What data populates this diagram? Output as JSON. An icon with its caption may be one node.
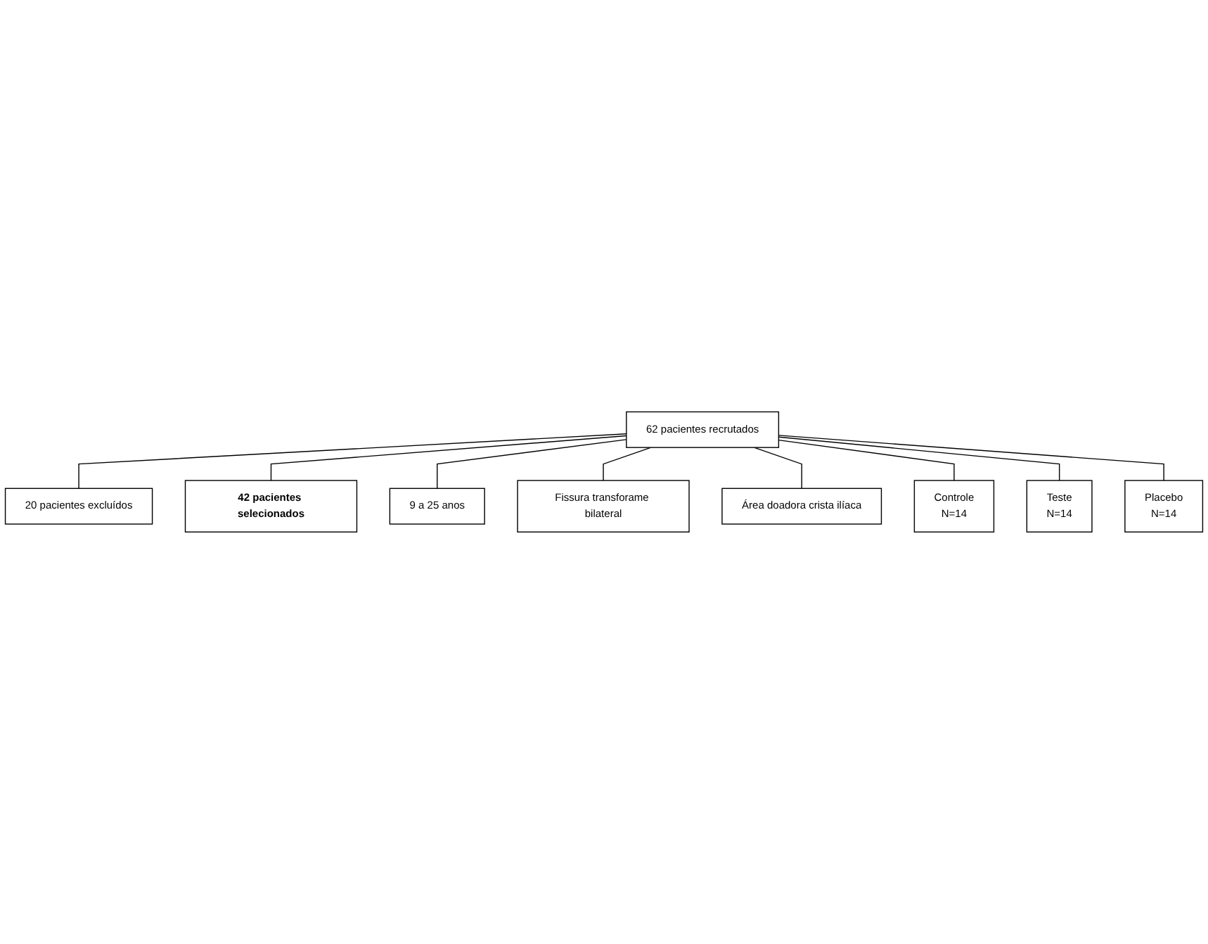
{
  "diagram": {
    "nodes": [
      {
        "text": [
          "62 pacientes recrutados"
        ]
      },
      {
        "text": [
          "20 pacientes excluídos"
        ]
      },
      {
        "text": [
          "42 pacientes selecionados"
        ]
      },
      {
        "text": [
          "9 a 25 anos"
        ]
      },
      {
        "text": [
          "Fissura transforame bilateral"
        ]
      },
      {
        "text": [
          "Área doadora crista ilíaca"
        ]
      },
      {
        "text": [
          "Controle",
          "N=14"
        ]
      },
      {
        "text": [
          "Teste",
          "N=14"
        ]
      },
      {
        "text": [
          "Placebo",
          "N=14"
        ]
      }
    ],
    "edges": [
      {
        "from": 0,
        "to": 1,
        "arrow": "none"
      },
      {
        "from": 0,
        "to": 2,
        "arrow": "none"
      },
      {
        "from": 0,
        "to": 3,
        "arrow": "none"
      },
      {
        "from": 0,
        "to": 4,
        "arrow": "none"
      },
      {
        "from": 0,
        "to": 5,
        "arrow": "none"
      },
      {
        "from": 0,
        "to": 6,
        "arrow": "none"
      },
      {
        "from": 0,
        "to": 7,
        "arrow": "none"
      },
      {
        "from": 0,
        "to": 8,
        "arrow": "none"
      }
    ]
  }
}
